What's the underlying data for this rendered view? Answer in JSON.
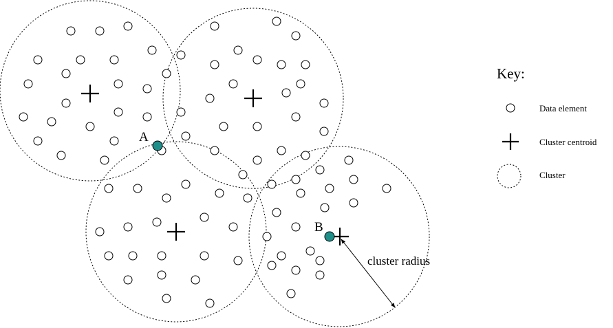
{
  "colors": {
    "highlight": "#1f8f8a",
    "stroke": "#000000",
    "background": "#ffffff"
  },
  "points": {
    "A": {
      "label": "A"
    },
    "B": {
      "label": "B"
    }
  },
  "annotation": {
    "radius_label": "cluster radius"
  },
  "key": {
    "title": "Key:",
    "items": [
      {
        "icon": "data-element-icon",
        "label": "Data element"
      },
      {
        "icon": "cluster-centroid-icon",
        "label": "Cluster centroid"
      },
      {
        "icon": "cluster-icon",
        "label": "Cluster"
      }
    ]
  }
}
